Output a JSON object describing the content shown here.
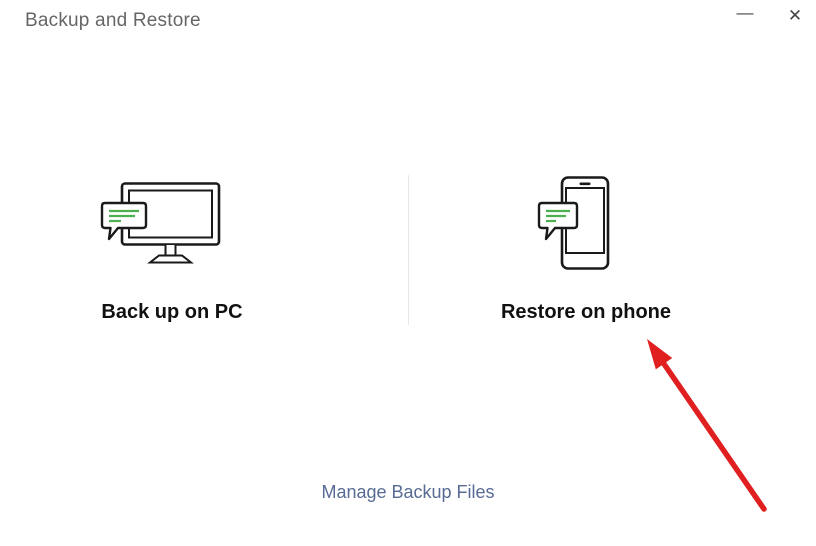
{
  "window": {
    "title": "Backup and Restore",
    "controls": {
      "minimize_glyph": "—",
      "close_glyph": "✕"
    }
  },
  "options": [
    {
      "id": "backup-pc",
      "label": "Back up on PC",
      "icon": "monitor-with-chat-bubble-icon"
    },
    {
      "id": "restore-phone",
      "label": "Restore on phone",
      "icon": "phone-with-chat-bubble-icon"
    }
  ],
  "footer": {
    "manage_link": "Manage Backup Files"
  },
  "annotation": {
    "type": "arrow",
    "points_to": "Restore on phone",
    "color": "#e02020"
  },
  "colors": {
    "title_text": "#666666",
    "option_label_text": "#111111",
    "link_text": "#576b95",
    "divider": "#e7e7e7",
    "icon_stroke": "#1a1a1a",
    "bubble_lines_green": "#4caf50",
    "background": "#ffffff"
  }
}
